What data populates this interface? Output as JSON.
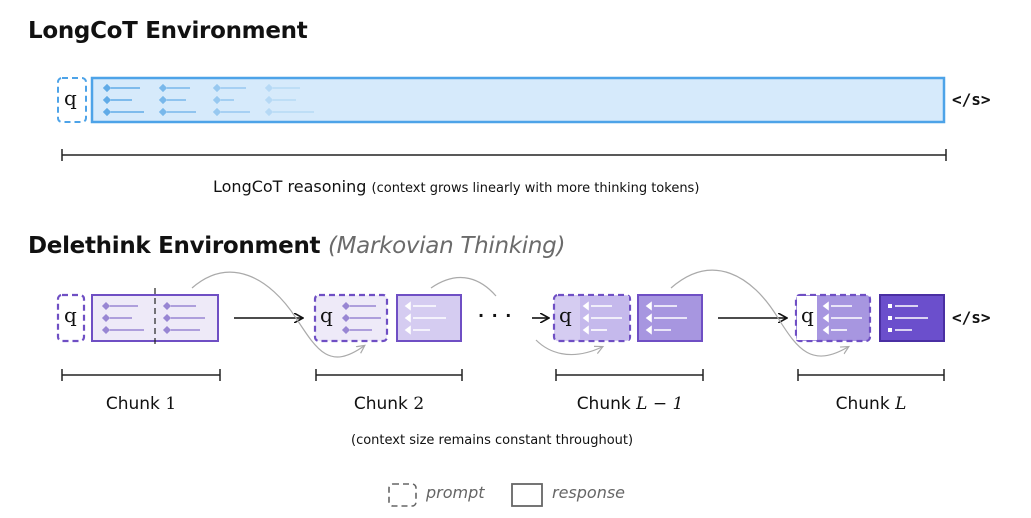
{
  "longcot": {
    "title": "LongCoT Environment",
    "prompt_token": "q",
    "end_token": "</s>",
    "caption_main": "LongCoT reasoning",
    "caption_note": "(context grows linearly with more thinking tokens)"
  },
  "delethink": {
    "title": "Delethink Environment",
    "subtitle": "(Markovian Thinking)",
    "prompt_token": "q",
    "end_token": "</s>",
    "ellipsis": "· · ·",
    "chunks": [
      {
        "word": "Chunk",
        "index": "1"
      },
      {
        "word": "Chunk",
        "index": "2"
      },
      {
        "word": "Chunk",
        "index": "L − 1"
      },
      {
        "word": "Chunk",
        "index": "L"
      }
    ],
    "caption": "(context size remains constant throughout)"
  },
  "legend": {
    "prompt_label": "prompt",
    "response_label": "response"
  },
  "colors": {
    "longcot_stroke": "#4da3e8",
    "longcot_fill": "#d6eafb",
    "purple_stroke": "#6f4fc4",
    "chunk1_fill": "#eeeaf8",
    "chunk2_fill": "#d5ccf1",
    "chunk3_fill": "#a796e0",
    "chunk4_fill": "#6b4fcc",
    "legend_gray": "#666666"
  }
}
